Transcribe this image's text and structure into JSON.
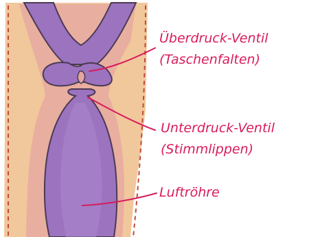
{
  "labels": {
    "overpressure_valve": {
      "line1": "Überdruck-Ventil",
      "line2": "(Taschenfalten)"
    },
    "underpressure_valve": {
      "line1": "Unterdruck-Ventil",
      "line2": "(Stimmlippen)"
    },
    "trachea": "Luftröhre"
  },
  "colors": {
    "tissue_outer": "#f1c79c",
    "tissue_inner": "#e4a5a0",
    "airway": "#9b73bf",
    "airway_light": "#ac87cc",
    "outline": "#4a3a52",
    "dashed_edge": "#c24a3a",
    "label_text": "#d81b5c",
    "leader_line": "#d81b5c"
  }
}
